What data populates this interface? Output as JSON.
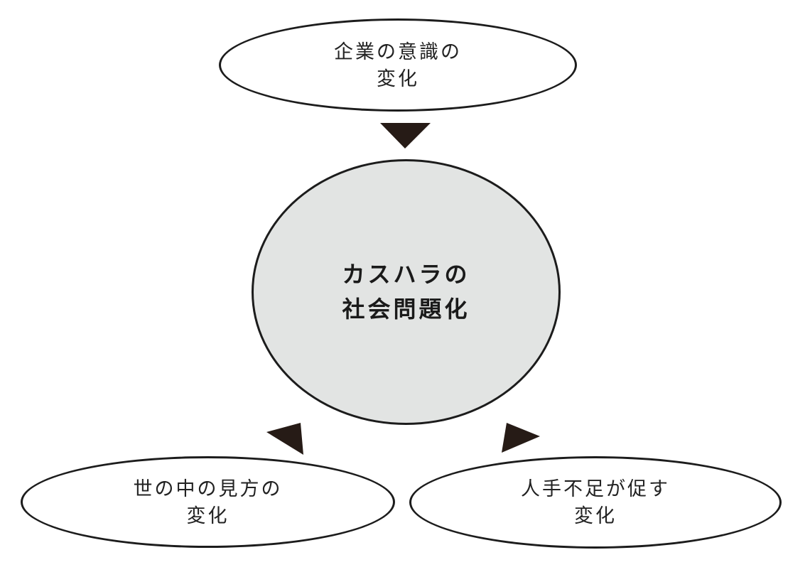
{
  "nodes": {
    "top": {
      "line1": "企業の意識の",
      "line2": "変化"
    },
    "center": {
      "line1": "カスハラの",
      "line2": "社会問題化"
    },
    "bottom_left": {
      "line1": "世の中の見方の",
      "line2": "変化"
    },
    "bottom_right": {
      "line1": "人手不足が促す",
      "line2": "変化"
    }
  },
  "arrows": {
    "top_to_center": "filled-triangle-down",
    "center_to_bottom_left": "filled-triangle-down-left",
    "center_to_bottom_right": "filled-triangle-down-right"
  },
  "colors": {
    "background": "#ffffff",
    "outline": "#1c1c1c",
    "center_fill": "#e2e4e3",
    "arrow": "#261b16",
    "text": "#222222",
    "center_text": "#1a1a1a"
  }
}
